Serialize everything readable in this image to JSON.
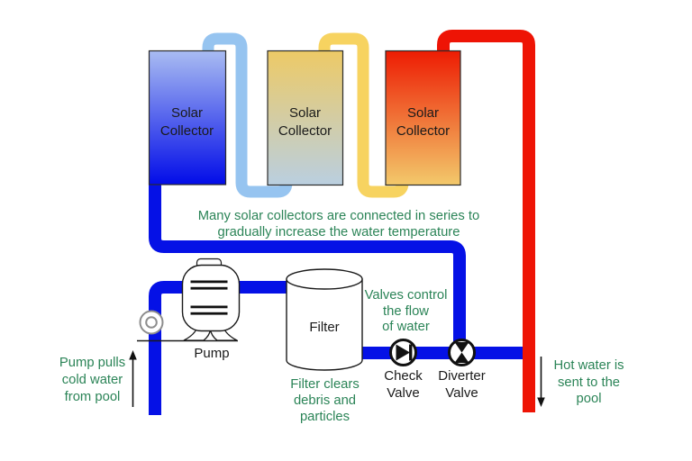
{
  "collectors": [
    {
      "label": "Solar\nCollector"
    },
    {
      "label": "Solar\nCollector"
    },
    {
      "label": "Solar\nCollector"
    }
  ],
  "annotations": {
    "series": "Many solar collectors are connected in series to\ngradually increase the water temperature",
    "valves": "Valves control\nthe flow\nof water",
    "filter": "Filter clears\ndebris and\nparticles",
    "pump": "Pump pulls\ncold water\nfrom pool",
    "hot_water": "Hot water is\nsent to the\npool"
  },
  "components": {
    "pump_label": "Pump",
    "filter_label": "Filter",
    "check_valve_label": "Check\nValve",
    "diverter_valve_label": "Diverter\nValve"
  },
  "colors": {
    "pipe_cold_blue": "#0511e6",
    "pipe_light_blue": "#96c4f0",
    "pipe_yellow": "#f7d360",
    "pipe_hot_red": "#ee1405",
    "collector1_top": "#a9bcf2",
    "collector1_bottom": "#020ce8",
    "collector2_top": "#edca66",
    "collector2_bottom": "#bacfe0",
    "collector3_top": "#ed1c03",
    "collector3_bottom": "#f3c96b",
    "annotation_green": "#2b8457",
    "symbol_black": "#111111"
  }
}
